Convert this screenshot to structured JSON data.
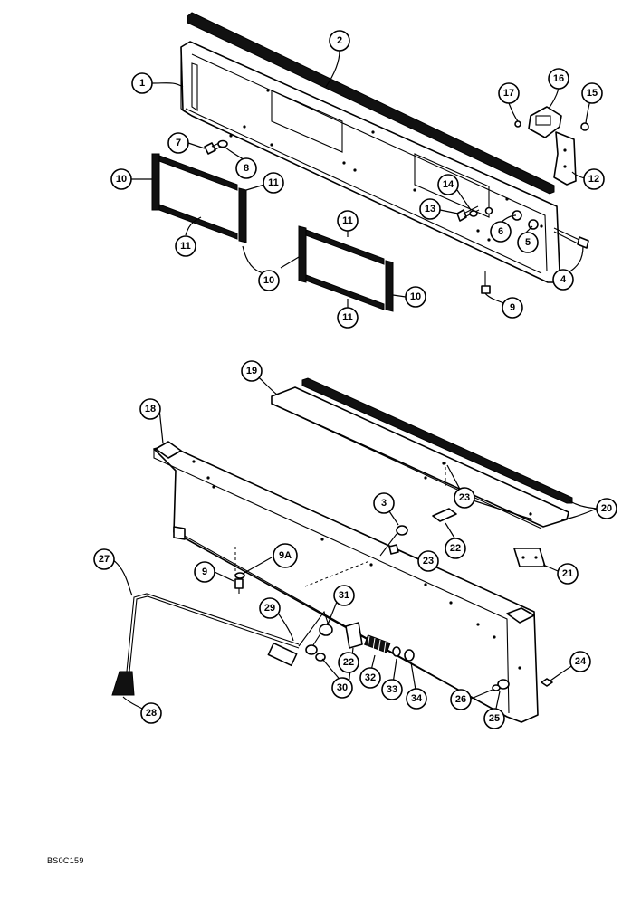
{
  "figure_code": "BS0C159",
  "callouts": {
    "c1": "1",
    "c2": "2",
    "c4": "4",
    "c5": "5",
    "c6": "6",
    "c7": "7",
    "c8": "8",
    "c9_top": "9",
    "c10_a": "10",
    "c10_b": "10",
    "c10_c": "10",
    "c11_a": "11",
    "c11_b": "11",
    "c11_c": "11",
    "c11_d": "11",
    "c12": "12",
    "c13": "13",
    "c14": "14",
    "c15": "15",
    "c16": "16",
    "c17": "17",
    "c18": "18",
    "c19": "19",
    "c20": "20",
    "c21": "21",
    "c22_a": "22",
    "c22_b": "22",
    "c23_a": "23",
    "c23_b": "23",
    "c24": "24",
    "c25": "25",
    "c26": "26",
    "c27": "27",
    "c28": "28",
    "c29": "29",
    "c3": "3",
    "c9_bottom": "9",
    "c9A": "9A",
    "c30": "30",
    "c31": "31",
    "c32": "32",
    "c33": "33",
    "c34": "34"
  }
}
